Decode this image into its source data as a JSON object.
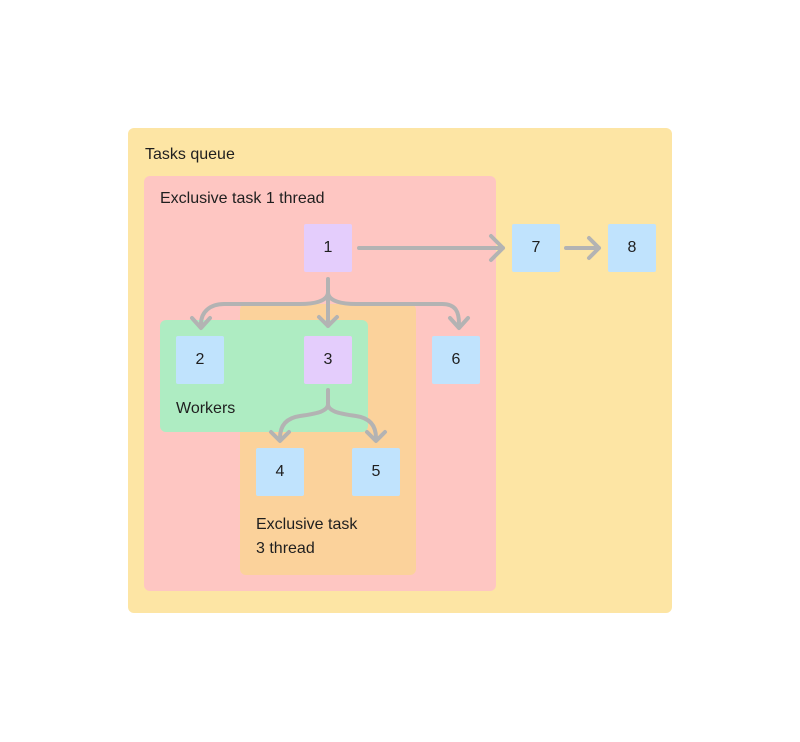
{
  "colors": {
    "queue": "#fde5a4",
    "exclusive1": "#fec6c2",
    "exclusive3": "#fbd29b",
    "workers": "#aeecc2",
    "task_blue": "#c0e3fd",
    "task_purple": "#e4cdfc",
    "arrow": "#b3b3b3"
  },
  "regions": {
    "queue_label": "Tasks queue",
    "exclusive1_label": "Exclusive task 1 thread",
    "exclusive3_label_line1": "Exclusive task",
    "exclusive3_label_line2": "3 thread",
    "workers_label": "Workers"
  },
  "tasks": {
    "t1": "1",
    "t2": "2",
    "t3": "3",
    "t4": "4",
    "t5": "5",
    "t6": "6",
    "t7": "7",
    "t8": "8"
  }
}
